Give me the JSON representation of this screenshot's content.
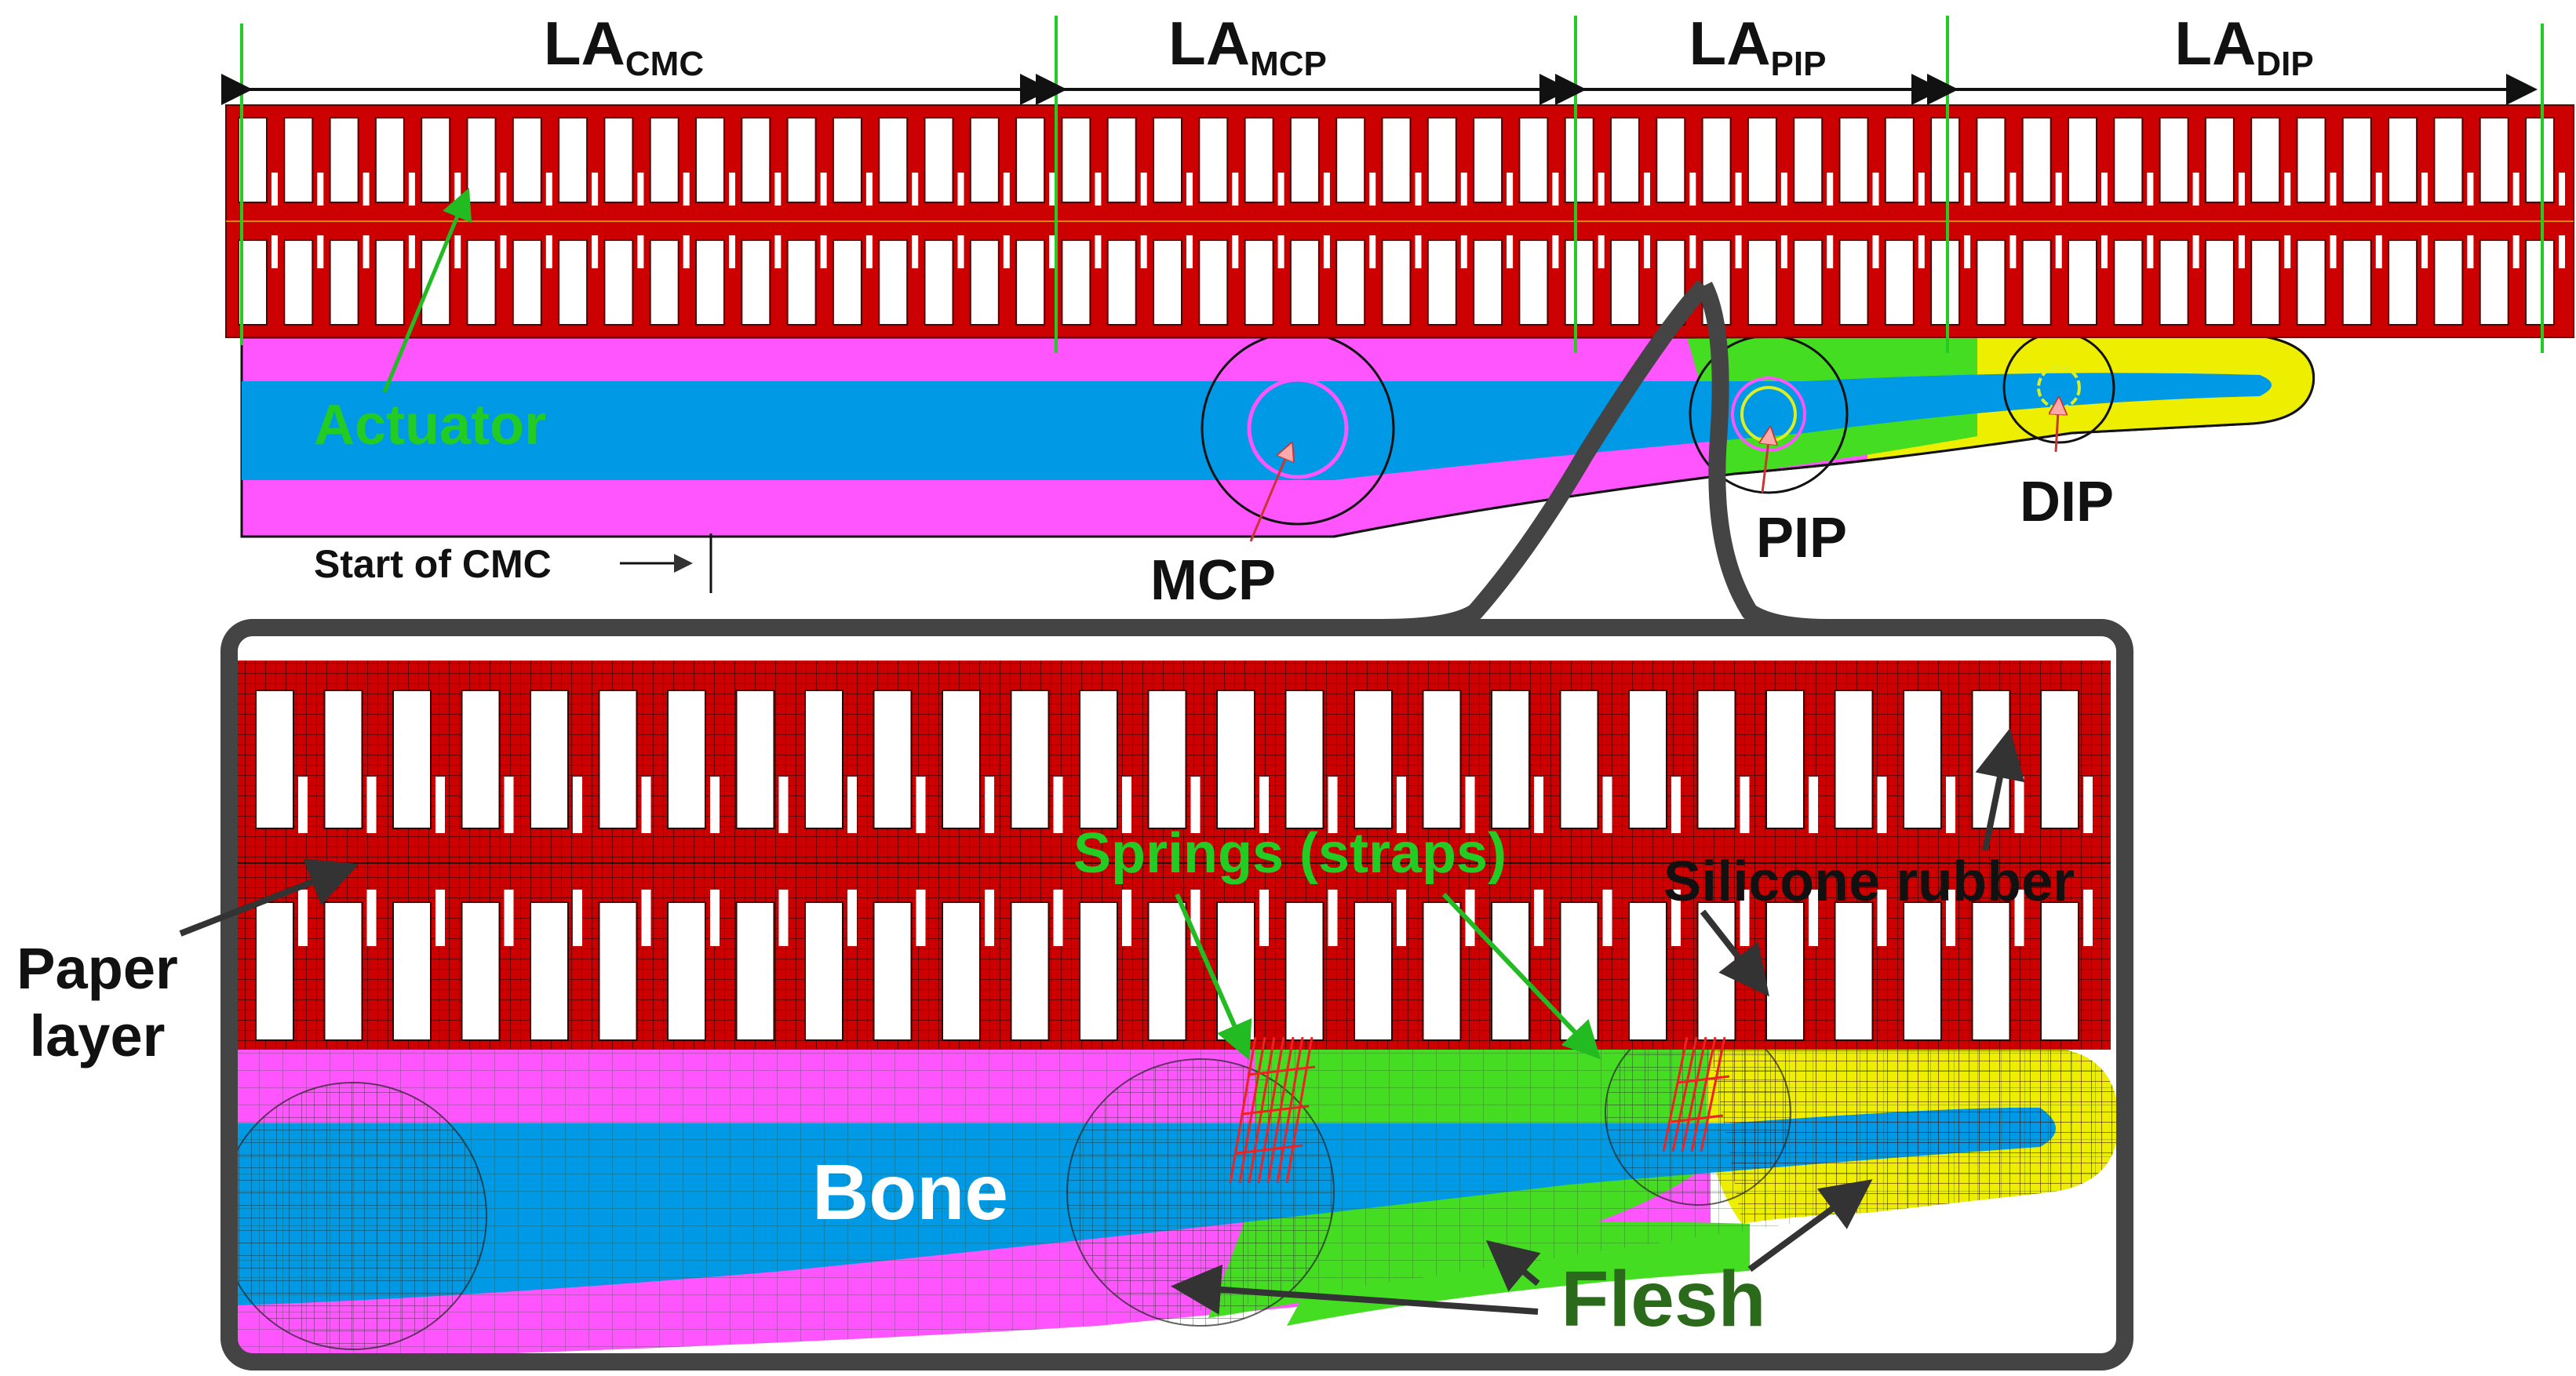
{
  "segments": [
    {
      "main": "LA",
      "sub": "CMC"
    },
    {
      "main": "LA",
      "sub": "MCP"
    },
    {
      "main": "LA",
      "sub": "PIP"
    },
    {
      "main": "LA",
      "sub": "DIP"
    }
  ],
  "labels": {
    "actuator": "Actuator",
    "start_cmc": "Start of CMC",
    "mcp": "MCP",
    "pip": "PIP",
    "dip": "DIP",
    "paper_1": "Paper",
    "paper_2": "layer",
    "springs": "Springs (straps)",
    "silicone": "Silicone rubber",
    "bone": "Bone",
    "flesh": "Flesh"
  },
  "colors": {
    "actuator_red": "#cc0000",
    "bone_blue": "#0099e6",
    "flesh_magenta": "#ff55ff",
    "flesh_green": "#44dd22",
    "flesh_yellow": "#eeee00",
    "divider_green": "#22cc22",
    "label_green": "#22cc22",
    "flesh_label_green": "#2a6a1a",
    "frame_gray": "#444444",
    "spring_red": "#ee2222"
  },
  "icons": [
    "mesh-grid-pattern",
    "arrow-pointer"
  ]
}
